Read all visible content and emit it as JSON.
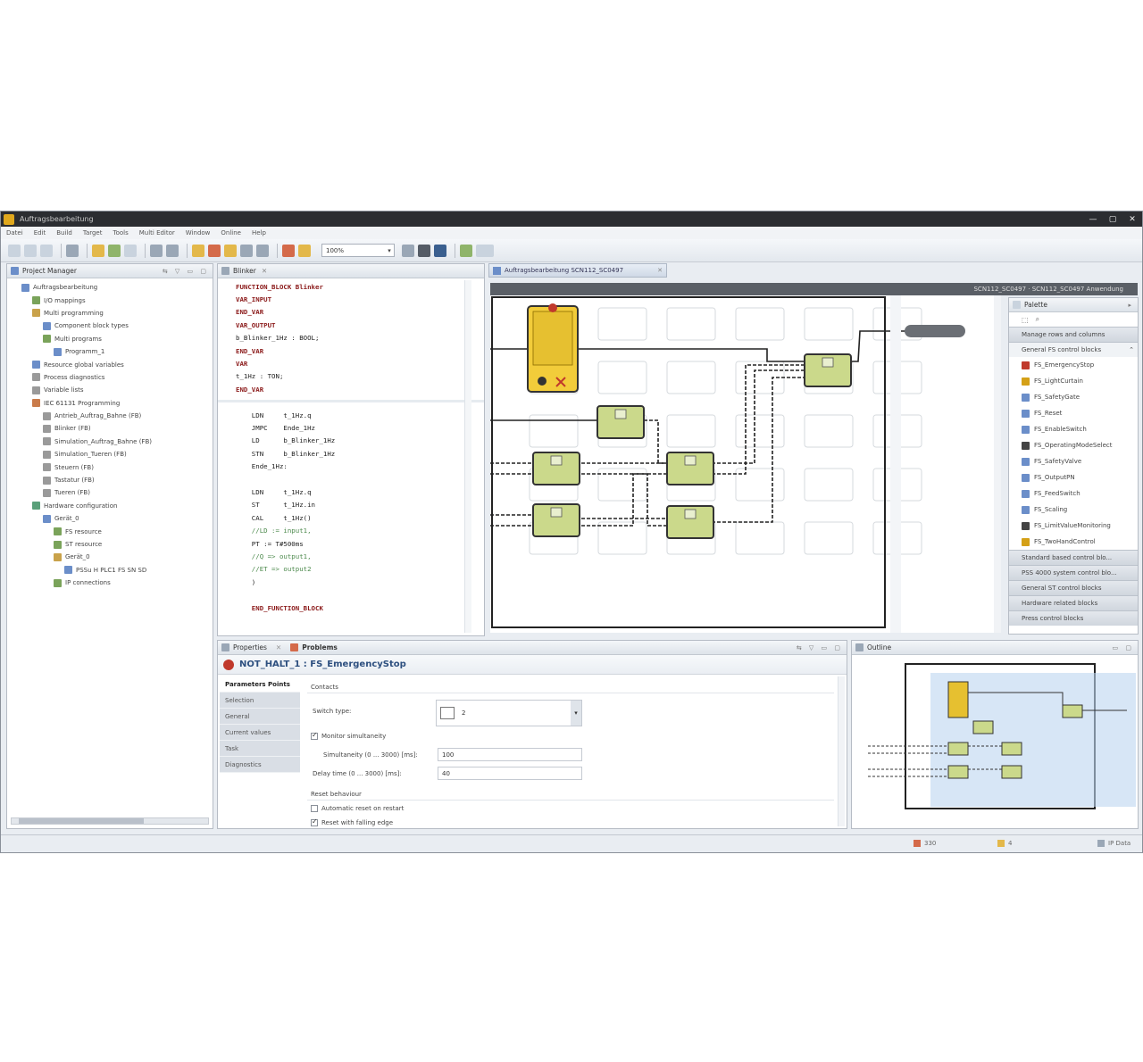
{
  "window": {
    "title": "Auftragsbearbeitung"
  },
  "menu": [
    "Datei",
    "Edit",
    "Build",
    "Target",
    "Tools",
    "Multi Editor",
    "Window",
    "Online",
    "Help"
  ],
  "toolbar": {
    "zoom": "100%"
  },
  "project_manager": {
    "title": "Project Manager",
    "items": [
      {
        "label": "Auftragsbearbeitung",
        "indent": 1,
        "color": "#6b8ec9"
      },
      {
        "label": "I/O mappings",
        "indent": 2,
        "color": "#7aa35a"
      },
      {
        "label": "Multi programming",
        "indent": 2,
        "color": "#c9a24a"
      },
      {
        "label": "Component block types",
        "indent": 3,
        "color": "#6b8ec9"
      },
      {
        "label": "Multi programs",
        "indent": 3,
        "color": "#7aa35a"
      },
      {
        "label": "Programm_1",
        "indent": 4,
        "color": "#6b8ec9"
      },
      {
        "label": "Resource global variables",
        "indent": 2,
        "color": "#6b8ec9"
      },
      {
        "label": "Process diagnostics",
        "indent": 2,
        "color": "#9a9a9a"
      },
      {
        "label": "Variable lists",
        "indent": 2,
        "color": "#9a9a9a"
      },
      {
        "label": "IEC 61131 Programming",
        "indent": 2,
        "color": "#c97b4a"
      },
      {
        "label": "Antrieb_Auftrag_Bahne (FB)",
        "indent": 3,
        "color": "#9a9a9a"
      },
      {
        "label": "Blinker (FB)",
        "indent": 3,
        "color": "#9a9a9a"
      },
      {
        "label": "Simulation_Auftrag_Bahne (FB)",
        "indent": 3,
        "color": "#9a9a9a"
      },
      {
        "label": "Simulation_Tueren (FB)",
        "indent": 3,
        "color": "#9a9a9a"
      },
      {
        "label": "Steuern (FB)",
        "indent": 3,
        "color": "#9a9a9a"
      },
      {
        "label": "Tastatur (FB)",
        "indent": 3,
        "color": "#9a9a9a"
      },
      {
        "label": "Tueren (FB)",
        "indent": 3,
        "color": "#9a9a9a"
      },
      {
        "label": "Hardware configuration",
        "indent": 2,
        "color": "#5aa07a"
      },
      {
        "label": "Gerät_0",
        "indent": 3,
        "color": "#6b8ec9"
      },
      {
        "label": "FS resource",
        "indent": 4,
        "color": "#7aa35a"
      },
      {
        "label": "ST resource",
        "indent": 4,
        "color": "#7aa35a"
      },
      {
        "label": "Gerät_0",
        "indent": 4,
        "color": "#c9a24a"
      },
      {
        "label": "PSSu H PLC1 FS SN SD",
        "indent": 5,
        "color": "#6b8ec9"
      },
      {
        "label": "IP connections",
        "indent": 4,
        "color": "#7aa35a"
      }
    ]
  },
  "editor": {
    "title": "Blinker",
    "lines_top": [
      {
        "t": "FUNCTION_BLOCK Blinker",
        "k": "kw"
      },
      {
        "t": "VAR_INPUT",
        "k": "kw"
      },
      {
        "t": "END_VAR",
        "k": "kw"
      },
      {
        "t": "VAR_OUTPUT",
        "k": "kw"
      },
      {
        "t": "b_Blinker_1Hz : BOOL;",
        "k": ""
      },
      {
        "t": "END_VAR",
        "k": "kw"
      },
      {
        "t": "VAR",
        "k": "kw"
      },
      {
        "t": "t_1Hz : TON;",
        "k": ""
      },
      {
        "t": "END_VAR",
        "k": "kw"
      }
    ],
    "lines_bottom": [
      {
        "t": "    LDN     t_1Hz.q",
        "k": ""
      },
      {
        "t": "    JMPC    Ende_1Hz",
        "k": ""
      },
      {
        "t": "    LD      b_Blinker_1Hz",
        "k": ""
      },
      {
        "t": "    STN     b_Blinker_1Hz",
        "k": ""
      },
      {
        "t": "    Ende_1Hz:",
        "k": ""
      },
      {
        "t": "",
        "k": ""
      },
      {
        "t": "    LDN     t_1Hz.q",
        "k": ""
      },
      {
        "t": "    ST      t_1Hz.in",
        "k": ""
      },
      {
        "t": "    CAL     t_1Hz()",
        "k": ""
      },
      {
        "t": "    //LD := input1,",
        "k": "cmt"
      },
      {
        "t": "    PT := T#500ms",
        "k": ""
      },
      {
        "t": "    //Q => output1,",
        "k": "cmt"
      },
      {
        "t": "    //ET => output2",
        "k": "cmt"
      },
      {
        "t": "    )",
        "k": ""
      },
      {
        "t": "",
        "k": ""
      },
      {
        "t": "    END_FUNCTION_BLOCK",
        "k": "kw"
      }
    ]
  },
  "diagram_tab": {
    "title": "Auftragsbearbeitung SCN112_SC0497"
  },
  "diagram_header": {
    "path": "SCN112_SC0497 · SCN112_SC0497 Anwendung"
  },
  "palette": {
    "title": "Palette",
    "manage": "Manage rows and columns",
    "group_open": "General FS control blocks",
    "items": [
      {
        "label": "FS_EmergencyStop",
        "color": "#c0392b"
      },
      {
        "label": "FS_LightCurtain",
        "color": "#d4a017"
      },
      {
        "label": "FS_SafetyGate",
        "color": "#6b8ec9"
      },
      {
        "label": "FS_Reset",
        "color": "#6b8ec9"
      },
      {
        "label": "FS_EnableSwitch",
        "color": "#6b8ec9"
      },
      {
        "label": "FS_OperatingModeSelect",
        "color": "#444444"
      },
      {
        "label": "FS_SafetyValve",
        "color": "#6b8ec9"
      },
      {
        "label": "FS_OutputPN",
        "color": "#6b8ec9"
      },
      {
        "label": "FS_FeedSwitch",
        "color": "#6b8ec9"
      },
      {
        "label": "FS_Scaling",
        "color": "#6b8ec9"
      },
      {
        "label": "FS_LimitValueMonitoring",
        "color": "#444444"
      },
      {
        "label": "FS_TwoHandControl",
        "color": "#d4a017"
      }
    ],
    "groups": [
      "Standard based control blo...",
      "PSS 4000 system control blo...",
      "General ST control blocks",
      "Hardware related blocks",
      "Press control blocks"
    ]
  },
  "properties": {
    "tab_properties": "Properties",
    "tab_problems": "Problems",
    "heading": "NOT_HALT_1 : FS_EmergencyStop",
    "vtabs": [
      "Parameters Points",
      "Selection",
      "General",
      "Current values",
      "Task",
      "Diagnostics"
    ],
    "contacts_label": "Contacts",
    "switch_type_label": "Switch type:",
    "switch_type_value": "2",
    "monitor_label": "Monitor simultaneity",
    "simultaneity_label": "Simultaneity (0 ... 3000) [ms]:",
    "simultaneity_value": "100",
    "delay_label": "Delay time (0 ... 3000) [ms]:",
    "delay_value": "40",
    "reset_section": "Reset behaviour",
    "auto_reset_label": "Automatic reset on restart",
    "falling_edge_label": "Reset with falling edge"
  },
  "outline": {
    "title": "Outline"
  },
  "status": {
    "errors": "330",
    "warnings": "4",
    "mode": "IP Data"
  },
  "colors": {
    "block_fill": "#cbd98b",
    "estop_fill": "#f2cc3a",
    "wire": "#222222"
  }
}
